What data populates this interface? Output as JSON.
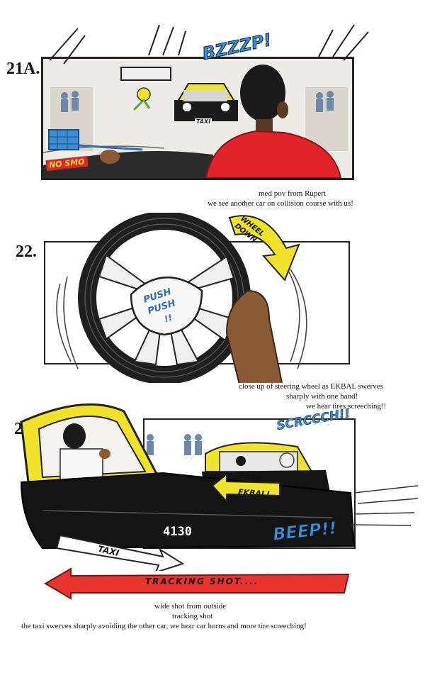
{
  "panels": [
    {
      "number": "21A.",
      "sfx": "BZZZP!",
      "sign": "NO SMO",
      "taxi_label": "TAXI",
      "caption": [
        "med pov from Rupert",
        "we see another car on collision course with  us!"
      ]
    },
    {
      "number": "22.",
      "arrow_label": "WHEEL DOWN",
      "hub_text": [
        "PUSH",
        "PUSH",
        "!!"
      ],
      "caption": [
        "close up of steering wheel as EKBAL swerves",
        "sharply with one hand!",
        "we hear tires screeching!!"
      ]
    },
    {
      "number": "23.",
      "sfx_top": "SCRCCCH!!",
      "sfx_bottom": "BEEP!!",
      "ekbal_label": "EKBAL!",
      "plate": "4130",
      "taxi_label": "TAXI",
      "tracking_label": "TRACKING  SHOT....",
      "caption": [
        "wide shot from outside",
        "tracking shot",
        "the taxi swerves sharply avoiding the other car, we hear car horns and more tire screeching!"
      ]
    }
  ],
  "colors": {
    "taxi_yellow": "#f1e22a",
    "shirt_red": "#e2232a",
    "arrow_red": "#e8332f",
    "sfx_blue": "#3a8fd6",
    "car_black": "#141414"
  }
}
